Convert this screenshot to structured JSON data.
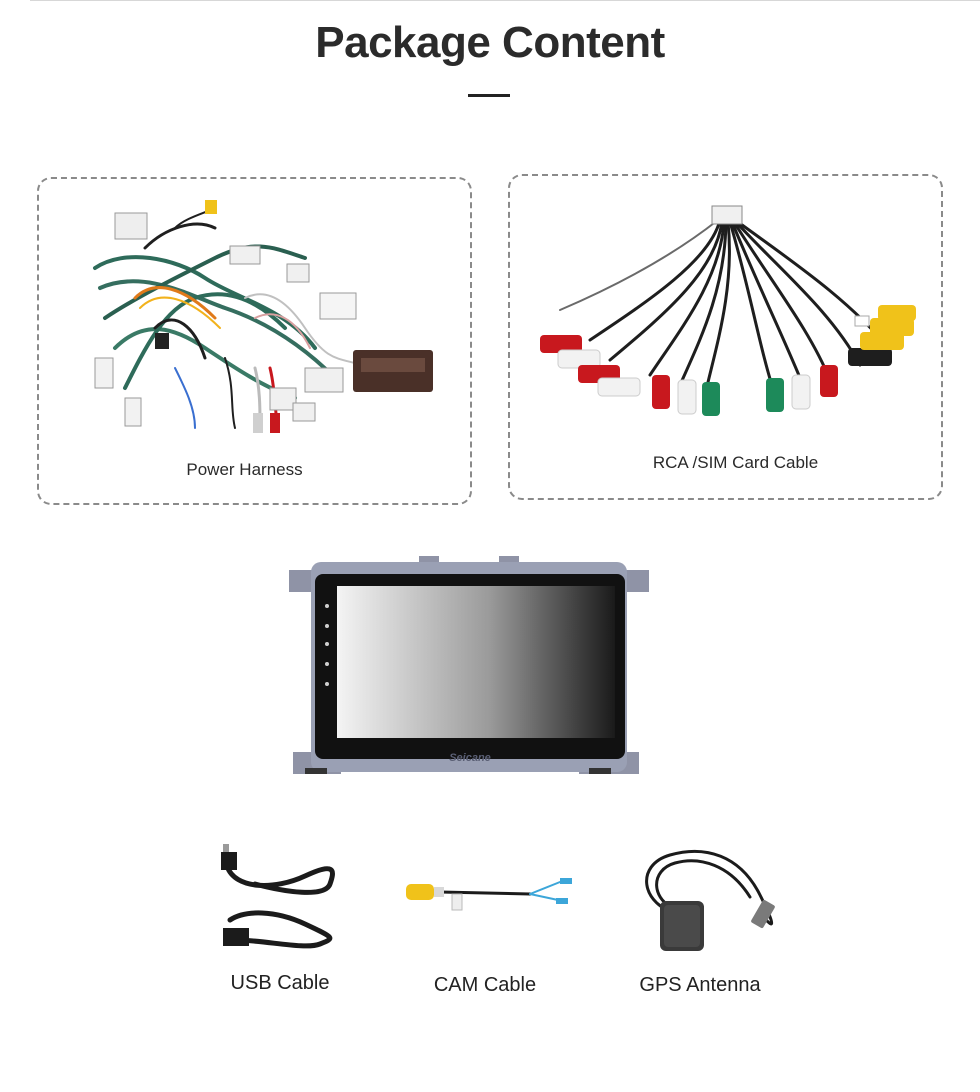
{
  "page": {
    "title": "Package Content"
  },
  "items": {
    "power_harness": {
      "label": "Power Harness"
    },
    "rca_cable": {
      "label": "RCA /SIM Card Cable"
    },
    "head_unit": {
      "brand": "Seicane"
    },
    "usb_cable": {
      "label": "USB Cable"
    },
    "cam_cable": {
      "label": "CAM Cable"
    },
    "gps_antenna": {
      "label": "GPS Antenna"
    }
  },
  "colors": {
    "wire_green": "#2e6b5a",
    "rca_red": "#c8181e",
    "rca_white": "#f2f2f2",
    "rca_yellow": "#f0c21a",
    "rca_green": "#1d8a5a",
    "frame_silver": "#9aa0b4"
  }
}
